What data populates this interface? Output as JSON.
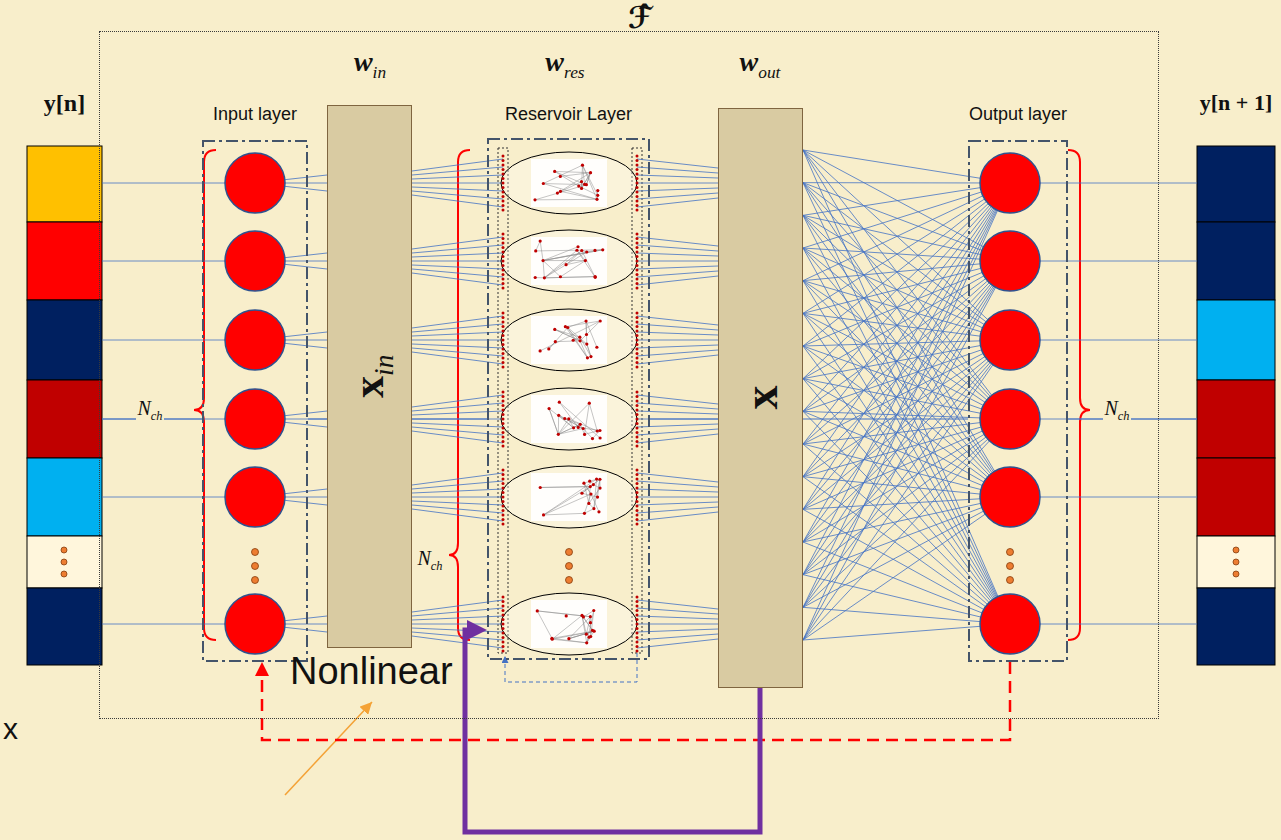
{
  "diagram": {
    "nodes": [
      {
        "text": [
          "y[n]"
        ]
      },
      {
        "text": [
          "ℱ̂"
        ]
      },
      {
        "text": [
          "Input layer"
        ],
        "in": 1
      },
      {
        "text": [
          "xin"
        ],
        "in": 1
      },
      {
        "text": [
          "Reservoir Layer"
        ],
        "in": 1
      },
      {
        "text": [
          "x"
        ],
        "in": 1
      },
      {
        "text": [
          "Output layer"
        ],
        "in": 1
      },
      {
        "text": [
          "y[n + 1]"
        ]
      }
    ],
    "edges": [
      {
        "from": 0,
        "to": 2,
        "arrow": "none"
      },
      {
        "from": 2,
        "to": 3,
        "arrow": "none"
      },
      {
        "from": 3,
        "to": 4,
        "arrow": "none"
      },
      {
        "from": 4,
        "to": 5,
        "arrow": "none"
      },
      {
        "from": 5,
        "to": 6,
        "arrow": "none"
      },
      {
        "from": 6,
        "to": 7,
        "arrow": "none"
      },
      {
        "from": 6,
        "to": 2,
        "arrow": "to"
      },
      {
        "from": 5,
        "to": 4,
        "arrow": "to"
      }
    ],
    "labels": [
      "win",
      "wres",
      "wout",
      "Nch",
      "Nch",
      "Nch",
      "Nonlinear",
      "x"
    ]
  }
}
